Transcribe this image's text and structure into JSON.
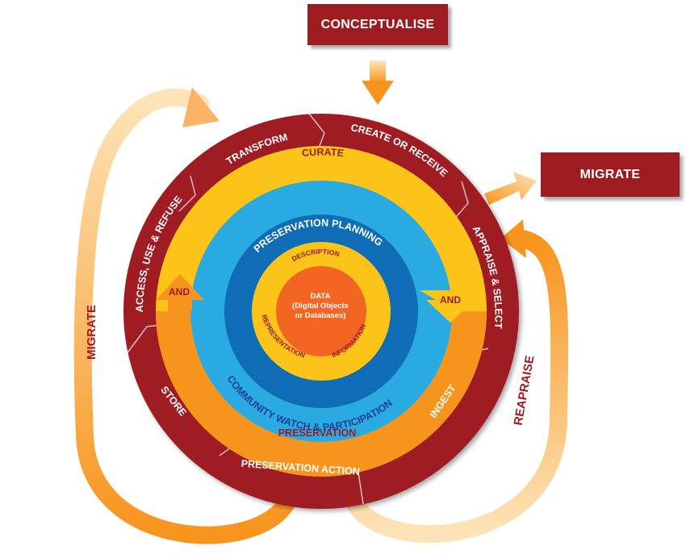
{
  "boxes": {
    "conceptualise": "CONCEPTUALISE",
    "migrate": "MIGRATE"
  },
  "outer_ring": {
    "labels": {
      "transform": "TRANSFORM",
      "create_or_receive": "CREATE OR RECEIVE",
      "appraise_select": "APPRAISE & SELECT",
      "ingest": "INGEST",
      "preservation_action": "PRESERVATION ACTION",
      "store": "STORE",
      "access_use_refuse": "ACCESS, USE & REFUSE"
    }
  },
  "curate_ring": {
    "curate": "CURATE",
    "preservation": "PRESERVATION",
    "and_left": "AND",
    "and_right": "AND"
  },
  "planning_ring": {
    "top": "PRESERVATION PLANNING",
    "bottom": "COMMUNITY WATCH & PARTICIPATION"
  },
  "inner_ring": {
    "description": "DESCRIPTION",
    "representation": "REPRESENTATION",
    "information": "INFORMATION"
  },
  "core": {
    "line1": "DATA",
    "line2": "(Digital Objects",
    "line3": "or Databases)"
  },
  "side_arrows": {
    "migrate": "MIGRATE",
    "reappraise": "REAPRAISE"
  },
  "colors": {
    "maroon": "#9e1b20",
    "yellow": "#fcc419",
    "orange": "#f7941d",
    "light_blue": "#29abe2",
    "dark_blue": "#0f6db5",
    "core_orange": "#f26522",
    "blue_text": "#1c3f94"
  }
}
